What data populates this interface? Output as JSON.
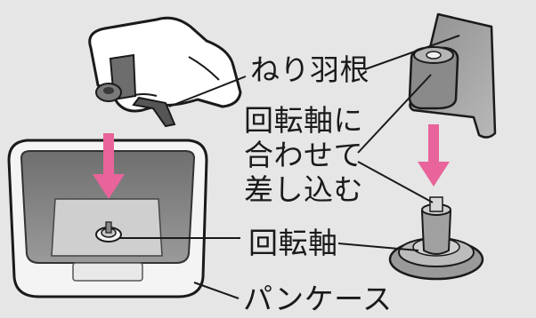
{
  "labels": {
    "kneading_blade": "ねり羽根",
    "insert_line1": "回転軸に",
    "insert_line2": "合わせて",
    "insert_line3": "差し込む",
    "rotating_shaft": "回転軸",
    "bread_case": "パンケース"
  },
  "colors": {
    "background": "#e6e6e6",
    "arrow": "#e8649a",
    "line": "#1a1a1a"
  },
  "icons": [
    "hand-icon",
    "kneading-blade-icon",
    "bread-case-icon",
    "shaft-icon",
    "down-arrow-icon"
  ]
}
